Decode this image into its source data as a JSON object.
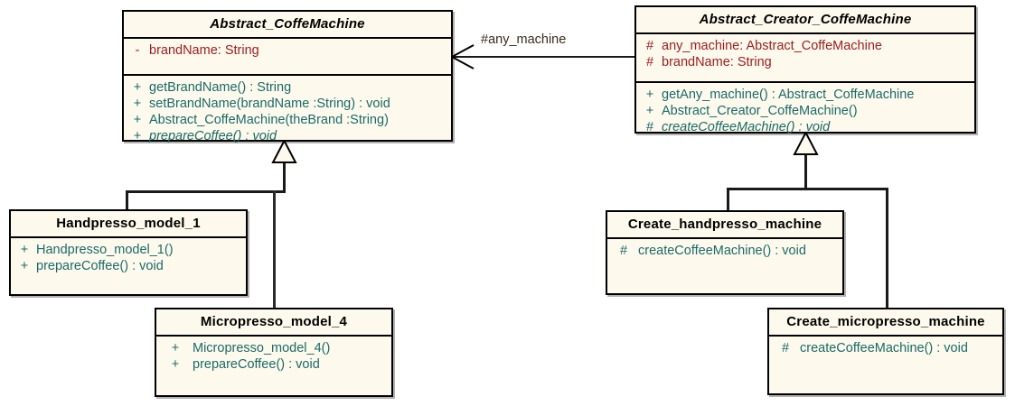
{
  "diagram": {
    "title": "Abstract Factory / Factory Method UML class diagram",
    "background_color": "#ffffff",
    "class_fill_color": "#fdf9ec",
    "border_color": "#000000",
    "attribute_color": "#9c1f22",
    "method_color": "#1a6b6b"
  },
  "classes": {
    "abstract_coffemachine": {
      "name": "Abstract_CoffeMachine",
      "is_abstract": true,
      "attributes": [
        {
          "visibility": "-",
          "text": "brandName:  String"
        }
      ],
      "methods": [
        {
          "visibility": "+",
          "text": "getBrandName() : String",
          "is_abstract": false
        },
        {
          "visibility": "+",
          "text": "setBrandName(brandName :String) : void",
          "is_abstract": false
        },
        {
          "visibility": "+",
          "text": "Abstract_CoffeMachine(theBrand :String)",
          "is_abstract": false
        },
        {
          "visibility": "+",
          "text": "prepareCoffee() : void",
          "is_abstract": true
        }
      ]
    },
    "abstract_creator_coffemachine": {
      "name": "Abstract_Creator_CoffeMachine",
      "is_abstract": true,
      "attributes": [
        {
          "visibility": "#",
          "text": "any_machine:  Abstract_CoffeMachine"
        },
        {
          "visibility": "#",
          "text": "brandName:  String"
        }
      ],
      "methods": [
        {
          "visibility": "+",
          "text": "getAny_machine() : Abstract_CoffeMachine",
          "is_abstract": false
        },
        {
          "visibility": "+",
          "text": "Abstract_Creator_CoffeMachine()",
          "is_abstract": false
        },
        {
          "visibility": "#",
          "text": "createCoffeeMachine() : void",
          "is_abstract": true
        }
      ]
    },
    "handpresso_model_1": {
      "name": "Handpresso_model_1",
      "is_abstract": false,
      "attributes": [],
      "methods": [
        {
          "visibility": "+",
          "text": "Handpresso_model_1()",
          "is_abstract": false
        },
        {
          "visibility": "+",
          "text": "prepareCoffee() : void",
          "is_abstract": false
        }
      ]
    },
    "micropresso_model_4": {
      "name": "Micropresso_model_4",
      "is_abstract": false,
      "attributes": [],
      "methods": [
        {
          "visibility": "+",
          "text": "Micropresso_model_4()",
          "is_abstract": false
        },
        {
          "visibility": "+",
          "text": "prepareCoffee() : void",
          "is_abstract": false
        }
      ]
    },
    "create_handpresso_machine": {
      "name": "Create_handpresso_machine",
      "is_abstract": false,
      "attributes": [],
      "methods": [
        {
          "visibility": "#",
          "text": "createCoffeeMachine() : void",
          "is_abstract": false
        }
      ]
    },
    "create_micropresso_machine": {
      "name": "Create_micropresso_machine",
      "is_abstract": false,
      "attributes": [],
      "methods": [
        {
          "visibility": "#",
          "text": "createCoffeeMachine() : void",
          "is_abstract": false
        }
      ]
    }
  },
  "relations": {
    "association_label": "#any_machine"
  }
}
